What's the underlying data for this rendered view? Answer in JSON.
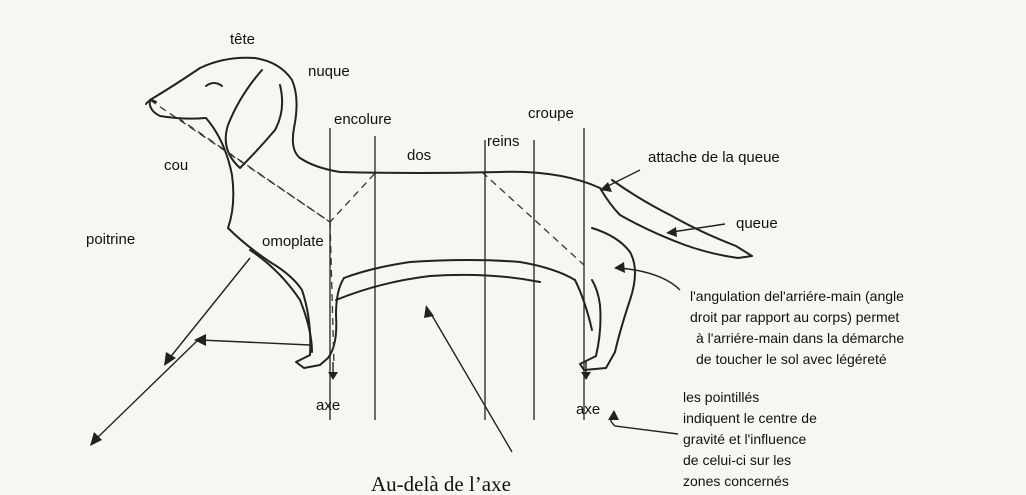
{
  "labels": {
    "tete": "tête",
    "nuque": "nuque",
    "encolure": "encolure",
    "croupe": "croupe",
    "dos": "dos",
    "reins": "reins",
    "attache_queue": "attache de la queue",
    "cou": "cou",
    "queue": "queue",
    "poitrine": "poitrine",
    "omoplate": "omoplate",
    "axe_front": "axe",
    "axe_rear": "axe"
  },
  "notes": {
    "angulation": [
      "l'angulation del'arriére-main (angle",
      "droit par rapport au corps) permet",
      "à l'arriére-main dans la démarche",
      "de toucher le sol avec légéreté"
    ],
    "pointilles": [
      "les pointillés",
      "indiquent le centre de",
      "gravité et l'influence",
      "de celui-ci sur les",
      "zones concernés"
    ]
  },
  "caption": "Au-delà de l’axe"
}
